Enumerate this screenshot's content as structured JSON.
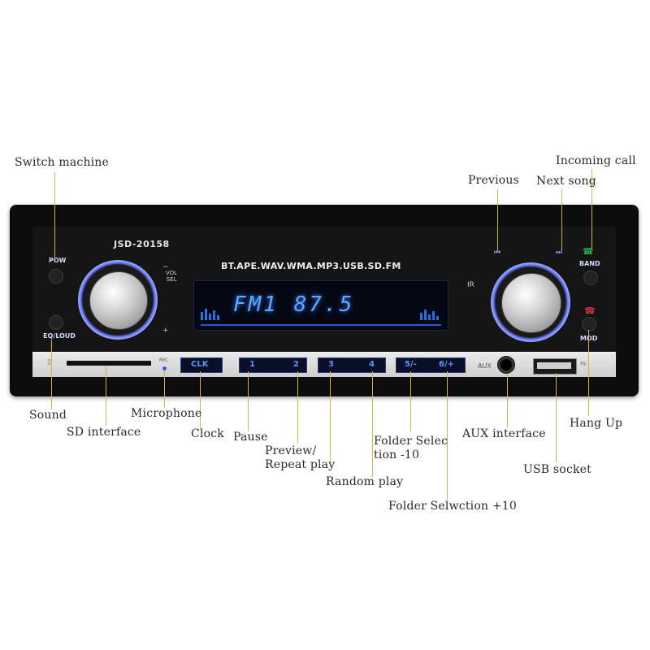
{
  "device": {
    "model": "JSD-20158",
    "formats": "BT.APE.WAV.WMA.MP3.USB.SD.FM",
    "display_text": "FM1 87.5",
    "pow_label": "POW",
    "eq_loud_label": "EQ/LOUD",
    "band_label": "BAND",
    "mod_label": "MOD",
    "ir_label": "IR",
    "vol_sel_label": "VOL\nSEL",
    "mic_label": "MIC",
    "aux_label": "AUX",
    "clk_label": "CLK",
    "keys": [
      "1",
      "2",
      "3",
      "4",
      "5/-",
      "6/+"
    ],
    "display_color": "#5aa8ff",
    "ring_color": "#6b7bff"
  },
  "callouts": {
    "switch_machine": "Switch machine",
    "incoming_call": "Incoming call",
    "previous": "Previous",
    "next_song": "Next song",
    "sound": "Sound",
    "sd_interface": "SD interface",
    "microphone": "Microphone",
    "clock": "Clock",
    "pause": "Pause",
    "preview_repeat": "Preview/\nRepeat play",
    "random_play": "Random play",
    "folder_minus": "Folder Selec\ntion -10",
    "folder_plus": "Folder Selwction +10",
    "aux_interface": "AUX interface",
    "usb_socket": "USB socket",
    "hang_up": "Hang Up"
  },
  "icons": {
    "previous": "previous-track-icon",
    "next": "next-track-icon",
    "phone_answer": "phone-answer-icon",
    "phone_hangup": "phone-hangup-icon",
    "sd_card": "sd-card-icon",
    "usb": "usb-icon"
  }
}
